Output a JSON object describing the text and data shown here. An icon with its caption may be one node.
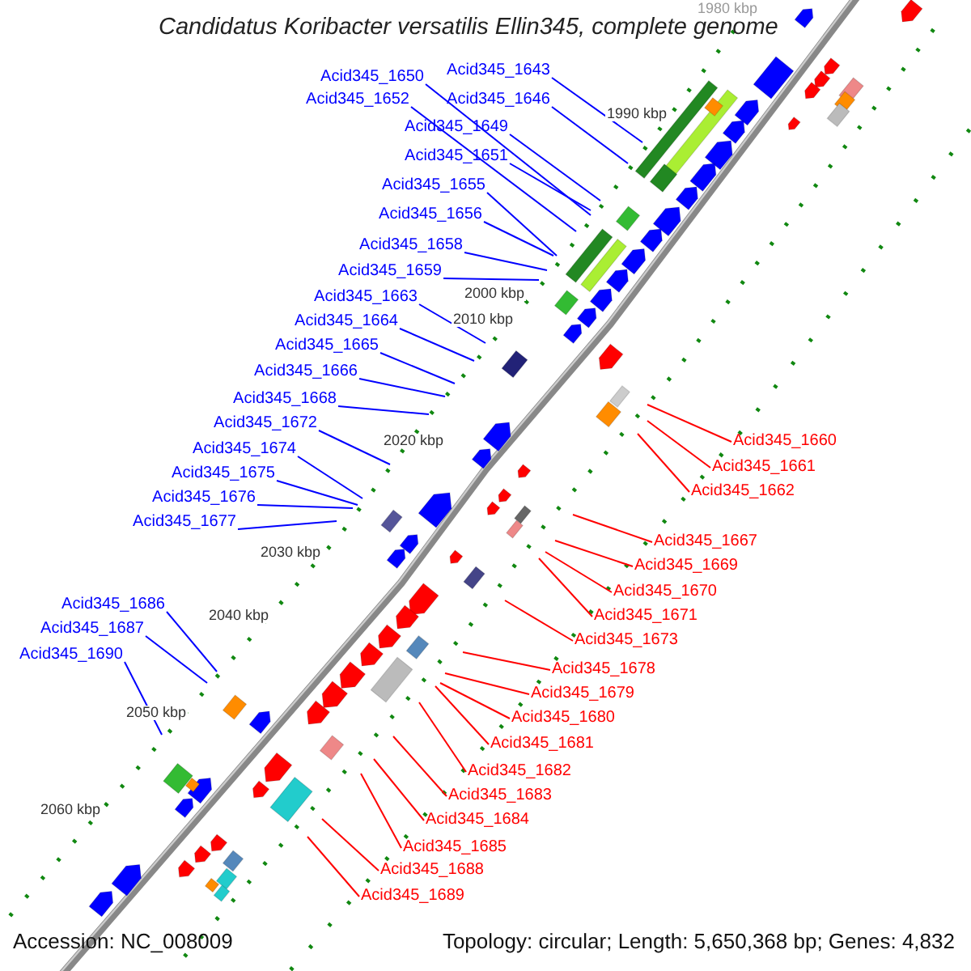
{
  "diagram": {
    "title": "Candidatus Koribacter versatilis Ellin345, complete genome",
    "nodes": [
      {
        "text": [
          "Acid345_1643"
        ]
      },
      {
        "text": [
          "Acid345_1650"
        ]
      },
      {
        "text": [
          "Acid345_1652"
        ]
      },
      {
        "text": [
          "Acid345_1646"
        ]
      },
      {
        "text": [
          "Acid345_1649"
        ]
      },
      {
        "text": [
          "Acid345_1651"
        ]
      },
      {
        "text": [
          "Acid345_1655"
        ]
      },
      {
        "text": [
          "Acid345_1656"
        ]
      },
      {
        "text": [
          "Acid345_1658"
        ]
      },
      {
        "text": [
          "Acid345_1659"
        ]
      },
      {
        "text": [
          "Acid345_1663"
        ]
      },
      {
        "text": [
          "Acid345_1664"
        ]
      },
      {
        "text": [
          "Acid345_1665"
        ]
      },
      {
        "text": [
          "Acid345_1666"
        ]
      },
      {
        "text": [
          "Acid345_1668"
        ]
      },
      {
        "text": [
          "Acid345_1672"
        ]
      },
      {
        "text": [
          "Acid345_1674"
        ]
      },
      {
        "text": [
          "Acid345_1675"
        ]
      },
      {
        "text": [
          "Acid345_1676"
        ]
      },
      {
        "text": [
          "Acid345_1677"
        ]
      },
      {
        "text": [
          "Acid345_1686"
        ]
      },
      {
        "text": [
          "Acid345_1687"
        ]
      },
      {
        "text": [
          "Acid345_1690"
        ]
      },
      {
        "text": [
          "Acid345_1660"
        ]
      },
      {
        "text": [
          "Acid345_1661"
        ]
      },
      {
        "text": [
          "Acid345_1662"
        ]
      },
      {
        "text": [
          "Acid345_1667"
        ]
      },
      {
        "text": [
          "Acid345_1669"
        ]
      },
      {
        "text": [
          "Acid345_1670"
        ]
      },
      {
        "text": [
          "Acid345_1671"
        ]
      },
      {
        "text": [
          "Acid345_1673"
        ]
      },
      {
        "text": [
          "Acid345_1678"
        ]
      },
      {
        "text": [
          "Acid345_1679"
        ]
      },
      {
        "text": [
          "Acid345_1680"
        ]
      },
      {
        "text": [
          "Acid345_1681"
        ]
      },
      {
        "text": [
          "Acid345_1682"
        ]
      },
      {
        "text": [
          "Acid345_1683"
        ]
      },
      {
        "text": [
          "Acid345_1684"
        ]
      },
      {
        "text": [
          "Acid345_1685"
        ]
      },
      {
        "text": [
          "Acid345_1688"
        ]
      },
      {
        "text": [
          "Acid345_1689"
        ]
      }
    ],
    "edges": [
      {
        "from": 0,
        "to": null,
        "arrow": "none"
      },
      {
        "from": 1,
        "to": null,
        "arrow": "none"
      },
      {
        "from": 2,
        "to": null,
        "arrow": "none"
      },
      {
        "from": 3,
        "to": null,
        "arrow": "none"
      },
      {
        "from": 4,
        "to": null,
        "arrow": "none"
      },
      {
        "from": 5,
        "to": null,
        "arrow": "none"
      },
      {
        "from": 6,
        "to": null,
        "arrow": "none"
      },
      {
        "from": 7,
        "to": null,
        "arrow": "none"
      },
      {
        "from": 8,
        "to": null,
        "arrow": "none"
      },
      {
        "from": 9,
        "to": null,
        "arrow": "none"
      },
      {
        "from": 10,
        "to": null,
        "arrow": "none"
      },
      {
        "from": 11,
        "to": null,
        "arrow": "none"
      },
      {
        "from": 12,
        "to": null,
        "arrow": "none"
      },
      {
        "from": 13,
        "to": null,
        "arrow": "none"
      },
      {
        "from": 14,
        "to": null,
        "arrow": "none"
      },
      {
        "from": 15,
        "to": null,
        "arrow": "none"
      },
      {
        "from": 16,
        "to": null,
        "arrow": "none"
      },
      {
        "from": 17,
        "to": null,
        "arrow": "none"
      },
      {
        "from": 18,
        "to": null,
        "arrow": "none"
      },
      {
        "from": 19,
        "to": null,
        "arrow": "none"
      },
      {
        "from": 20,
        "to": null,
        "arrow": "none"
      },
      {
        "from": 21,
        "to": null,
        "arrow": "none"
      },
      {
        "from": 22,
        "to": null,
        "arrow": "none"
      },
      {
        "from": 23,
        "to": null,
        "arrow": "none",
        "color": "#ff0000"
      },
      {
        "from": 24,
        "to": null,
        "arrow": "none",
        "color": "#ff0000"
      },
      {
        "from": 25,
        "to": null,
        "arrow": "none",
        "color": "#ff0000"
      },
      {
        "from": 26,
        "to": null,
        "arrow": "none",
        "color": "#ff0000"
      },
      {
        "from": 27,
        "to": null,
        "arrow": "none",
        "color": "#ff0000"
      },
      {
        "from": 28,
        "to": null,
        "arrow": "none",
        "color": "#ff0000"
      },
      {
        "from": 29,
        "to": null,
        "arrow": "none",
        "color": "#ff0000"
      },
      {
        "from": 30,
        "to": null,
        "arrow": "none",
        "color": "#ff0000"
      },
      {
        "from": 31,
        "to": null,
        "arrow": "none",
        "color": "#ff0000"
      },
      {
        "from": 32,
        "to": null,
        "arrow": "none",
        "color": "#ff0000"
      },
      {
        "from": 33,
        "to": null,
        "arrow": "none",
        "color": "#ff0000"
      },
      {
        "from": 34,
        "to": null,
        "arrow": "none",
        "color": "#ff0000"
      },
      {
        "from": 35,
        "to": null,
        "arrow": "none",
        "color": "#ff0000"
      },
      {
        "from": 36,
        "to": null,
        "arrow": "none",
        "color": "#ff0000"
      },
      {
        "from": 37,
        "to": null,
        "arrow": "none",
        "color": "#ff0000"
      },
      {
        "from": 38,
        "to": null,
        "arrow": "none",
        "color": "#ff0000"
      },
      {
        "from": 39,
        "to": null,
        "arrow": "none",
        "color": "#ff0000"
      },
      {
        "from": 40,
        "to": null,
        "arrow": "none",
        "color": "#ff0000"
      }
    ],
    "labels": [
      "1980 kbp",
      "1990 kbp",
      "2000 kbp",
      "2010 kbp",
      "2020 kbp",
      "2030 kbp",
      "2040 kbp",
      "2050 kbp",
      "2060 kbp",
      "Accession: NC_008009",
      "Topology: circular; Length: 5,650,368 bp; Genes: 4,832"
    ]
  }
}
